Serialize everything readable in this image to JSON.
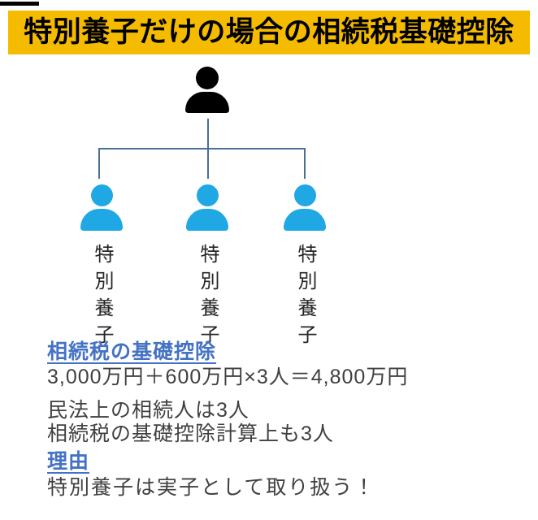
{
  "title": "特別養子だけの場合の相続税基礎控除",
  "family_tree": {
    "parent": {
      "icon": "parent-person-icon"
    },
    "children": [
      {
        "label": "特別養子"
      },
      {
        "label": "特別養子"
      },
      {
        "label": "特別養子"
      }
    ]
  },
  "sections": {
    "deduction": {
      "heading": "相続税の基礎控除",
      "formula": "3,000万円＋600万円×3人＝4,800万円"
    },
    "notes": {
      "line1": "民法上の相続人は3人",
      "line2": "相続税の基礎控除計算上も3人"
    },
    "reason": {
      "heading": "理由",
      "text": "特別養子は実子として取り扱う！"
    }
  },
  "colors": {
    "banner_bg": "#F4BB00",
    "banner_text": "#000000",
    "parent_icon": "#000000",
    "child_icon": "#1FA8E4",
    "heading_blue": "#4472C4",
    "body_text": "#404040",
    "connector_line": "#4A6E96"
  }
}
